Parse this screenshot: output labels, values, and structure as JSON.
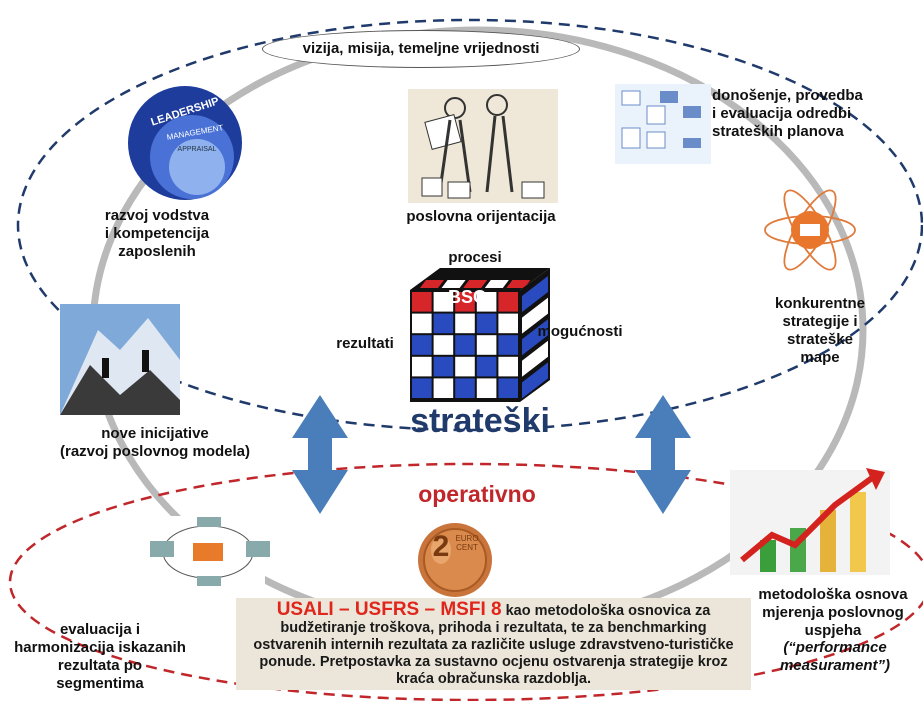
{
  "top_pill": "vizija, misija, temeljne vrijednosti",
  "labels": {
    "leadership": "razvoj vodstva\ni kompetencija\nzaposlenih",
    "orientation": "poslovna orijentacija",
    "decisions": "donošenje, provedba\ni evaluacija odredbi\nstrateških planova",
    "competitive": "konkurentne\nstrategije i\nstrateške\nmape",
    "initiatives": "nove inicijative\n(razvoj poslovnog modela)",
    "methodology": "metodološka osnova\nmjerenja poslovnog\nuspjeha",
    "performance": "(“performance\nmeasurament”)",
    "evaluation": "evaluacija i\nharmonizacija iskazanih\nrezultata po\nsegmentima"
  },
  "cube": {
    "top": "procesi",
    "left": "rezultati",
    "right": "mogućnosti",
    "face": "BSC"
  },
  "leadership_icon": {
    "outer": "LEADERSHIP",
    "middle": "MANAGEMENT",
    "inner": "APPRAISAL"
  },
  "strategic": "strateški",
  "operative": "operativno",
  "coin": {
    "value": "2",
    "text": "EURO CENT"
  },
  "bottom_box": {
    "acronyms": "USALI – USFRS – MSFI 8",
    "text": " kao metodološka osnovica za budžetiranje troškova, prihoda i  rezultata, te za benchmarking ostvarenih internih rezultata za različite usluge zdravstveno-turističke ponude. Pretpostavka za sustavno ocjenu ostvarenja strategije kroz kraća obračunska razdoblja."
  },
  "colors": {
    "blue_dash": "#1f3a6b",
    "red_dash": "#c0262a",
    "arrow": "#4a7ebb",
    "gray_ring": "#b7b7b7"
  }
}
